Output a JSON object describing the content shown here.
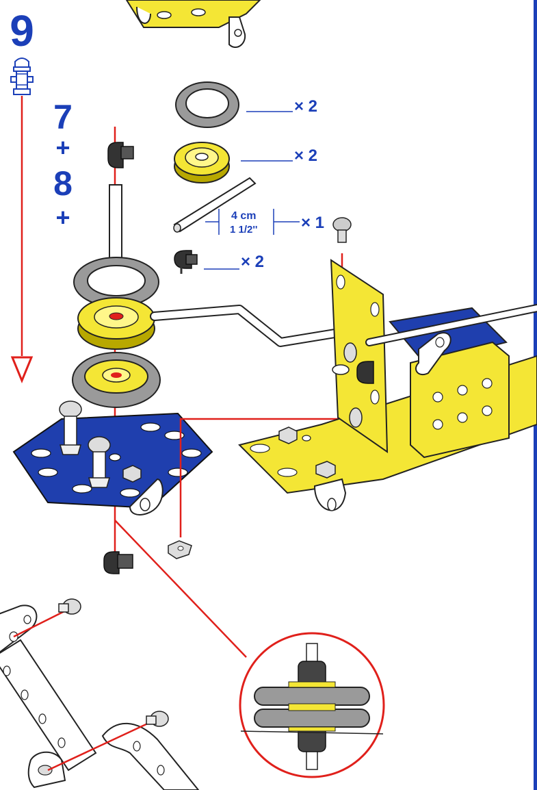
{
  "step": {
    "number": "9",
    "previous_steps": [
      "7",
      "+",
      "8",
      "+"
    ]
  },
  "parts": [
    {
      "name": "rubber ring",
      "quantity": "× 2"
    },
    {
      "name": "pulley",
      "quantity": "× 2"
    },
    {
      "name": "axle rod",
      "quantity": "× 1",
      "length_metric": "4 cm",
      "length_imperial": "1 1/2''"
    },
    {
      "name": "collar",
      "quantity": "× 2"
    }
  ],
  "colors": {
    "accent_blue": "#1b3fb8",
    "guide_red": "#e0201b",
    "part_yellow": "#f4e635",
    "rubber_grey": "#9a9a9a",
    "plate_blue": "#1f3fae"
  }
}
